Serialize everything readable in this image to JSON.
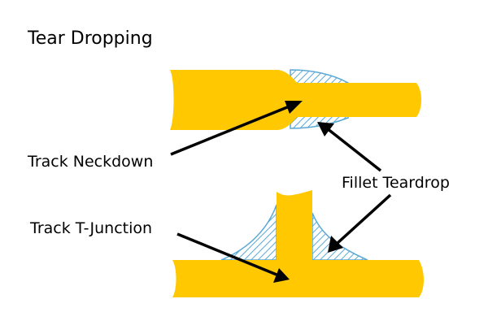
{
  "title": "Tear Dropping",
  "labels": {
    "track_neckdown": "Track Neckdown",
    "fillet_teardrop": "Fillet Teardrop",
    "track_t_junction": "Track T-Junction"
  },
  "colors": {
    "track": "#ffc800",
    "fillet_hatch": "#5aa8d6",
    "arrow": "#000000",
    "text": "#000000"
  }
}
